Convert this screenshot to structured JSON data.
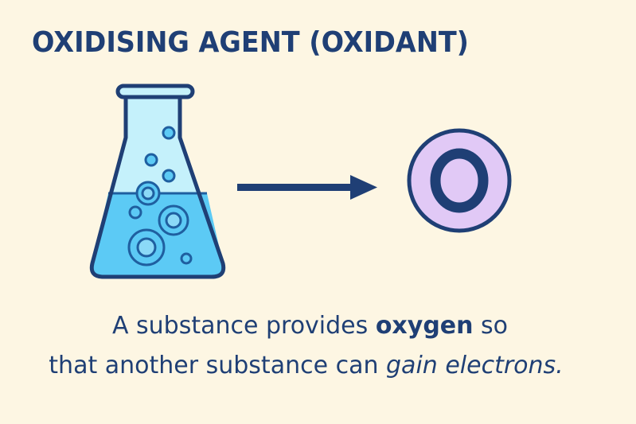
{
  "title": "OXIDISING AGENT (OXIDANT)",
  "illustration": {
    "left_icon": "erlenmeyer-flask-icon",
    "connector": "right-arrow-icon",
    "right_icon": "oxygen-atom-icon",
    "atom_symbol": "O"
  },
  "caption": {
    "line1_pre": "A substance provides ",
    "line1_bold": "oxygen",
    "line1_post": " so",
    "line2_pre": "that another substance can ",
    "line2_italic": "gain electrons."
  },
  "colors": {
    "background": "#fdf6e3",
    "navy": "#1f3f75",
    "liquid": "#5ccaf5",
    "glass": "#c5f1fb",
    "atom_fill": "#e1c9f6"
  }
}
